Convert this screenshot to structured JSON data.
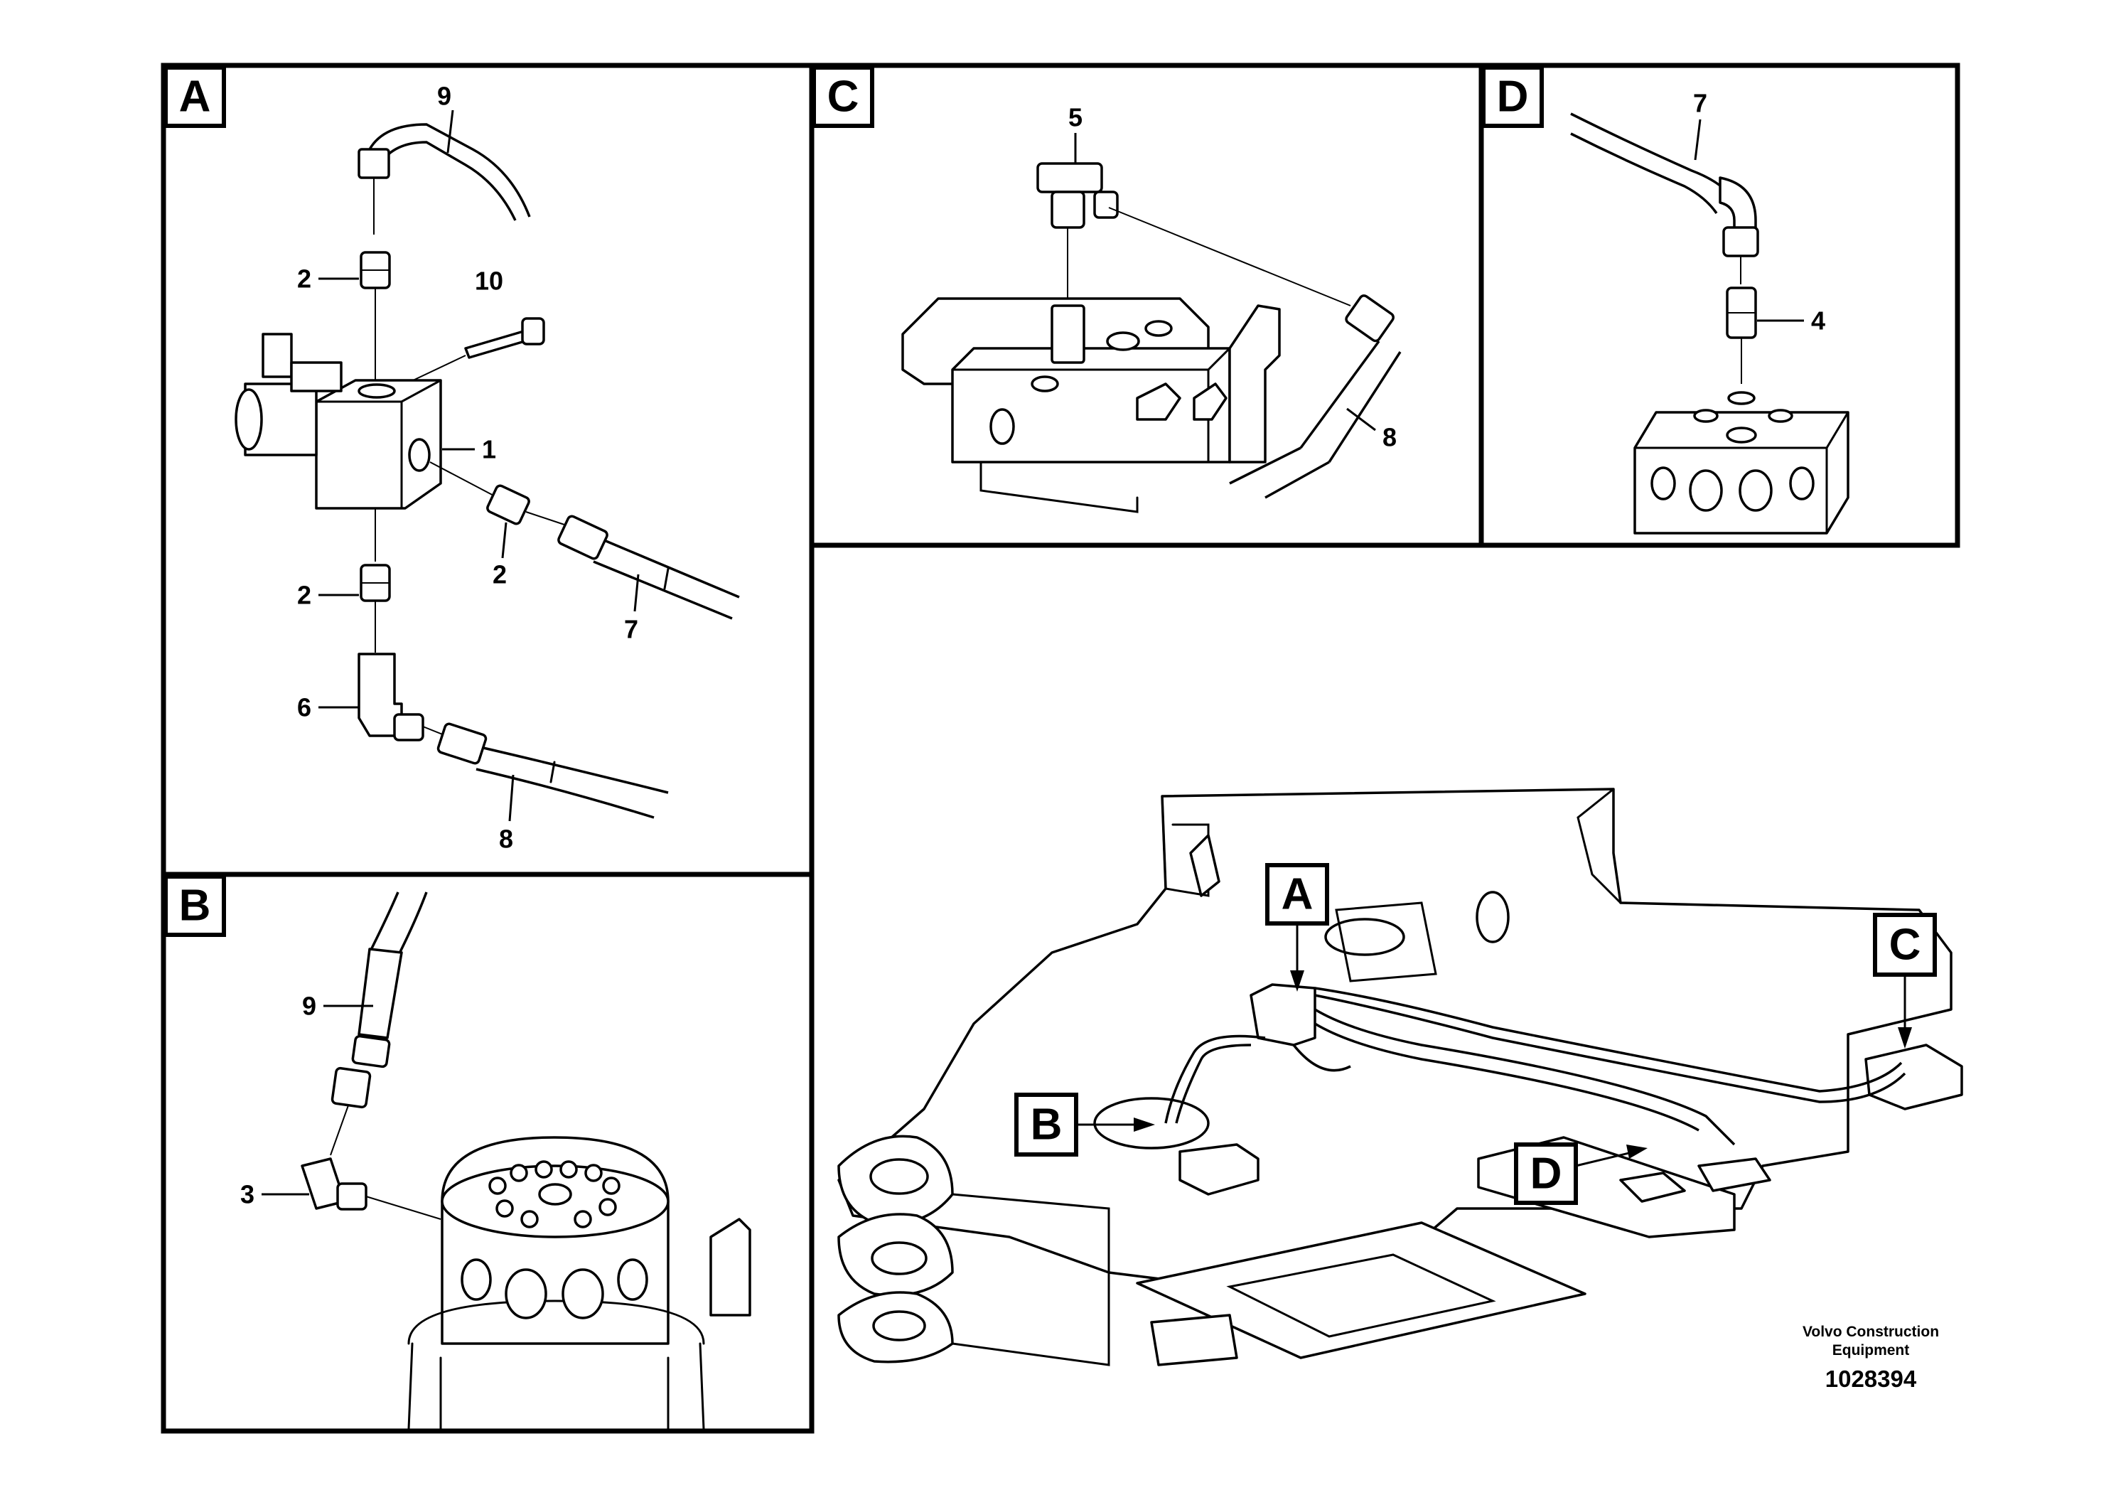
{
  "panels": {
    "a": {
      "label": "A"
    },
    "b": {
      "label": "B"
    },
    "c": {
      "label": "C"
    },
    "d": {
      "label": "D"
    }
  },
  "callouts": {
    "a_9": "9",
    "a_2_top": "2",
    "a_10": "10",
    "a_1": "1",
    "a_2_mid": "2",
    "a_2_low": "2",
    "a_7": "7",
    "a_6": "6",
    "a_8": "8",
    "b_9": "9",
    "b_3": "3",
    "c_5": "5",
    "c_8": "8",
    "d_7": "7",
    "d_4": "4"
  },
  "overview_markers": {
    "a": "A",
    "b": "B",
    "c": "C",
    "d": "D"
  },
  "credit": {
    "line1": "Volvo Construction",
    "line2": "Equipment",
    "drawing_number": "1028394"
  },
  "colors": {
    "ink": "#000000",
    "paper": "#ffffff"
  }
}
